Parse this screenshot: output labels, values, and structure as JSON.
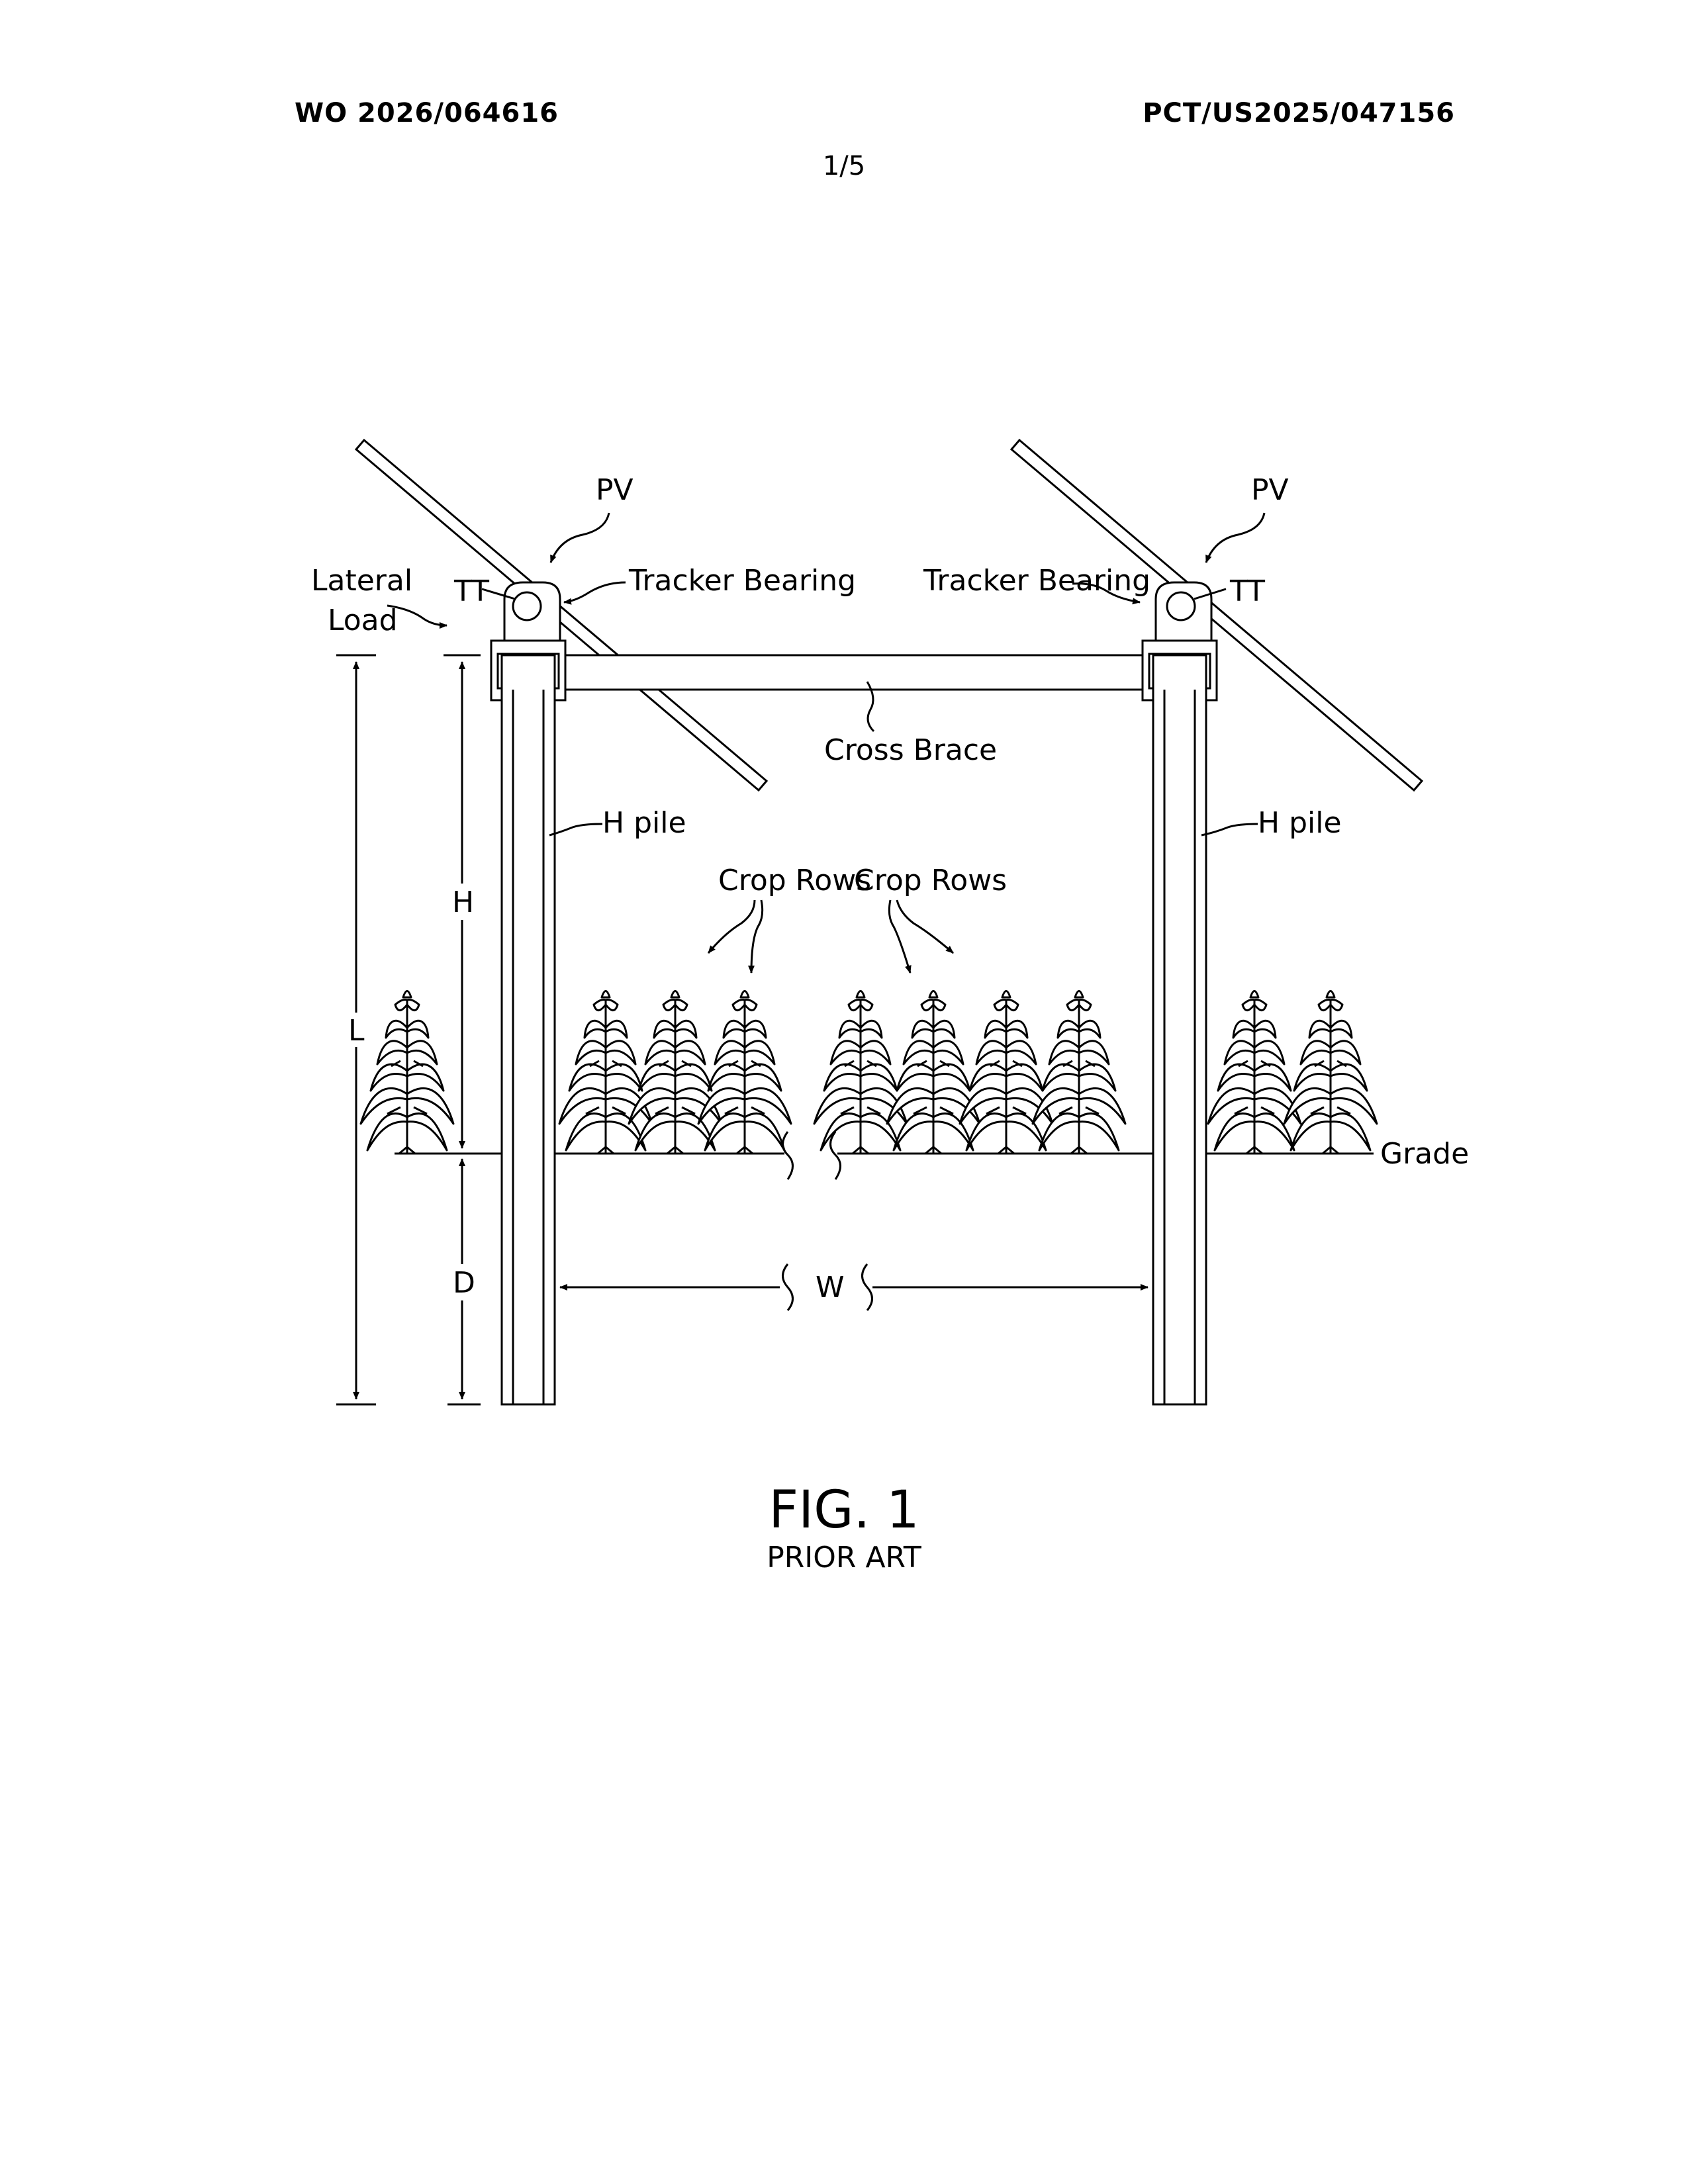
{
  "header": {
    "publication_number": "WO 2026/064616",
    "application_number": "PCT/US2025/047156",
    "sheet": "1/5"
  },
  "figure": {
    "title": "FIG. 1",
    "subtitle": "PRIOR ART",
    "labels": {
      "pv_left": "PV",
      "pv_right": "PV",
      "tt_left": "TT",
      "tt_right": "TT",
      "tracker_bearing_left": "Tracker Bearing",
      "tracker_bearing_right": "Tracker Bearing",
      "lateral_load_line1": "Lateral",
      "lateral_load_line2": "Load",
      "cross_brace": "Cross Brace",
      "h_pile_left": "H pile",
      "h_pile_right": "H pile",
      "crop_rows_left": "Crop Rows",
      "crop_rows_right": "Crop Rows",
      "grade": "Grade",
      "dim_l": "L",
      "dim_h": "H",
      "dim_d": "D",
      "dim_w": "W"
    }
  }
}
